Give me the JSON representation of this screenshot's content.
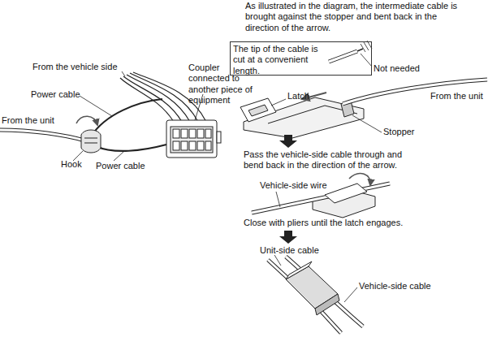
{
  "diagram": {
    "nodes": [
      {
        "text": [
          "The tip of the cable is cut at a convenient length."
        ]
      }
    ],
    "labels": [
      "As illustrated in the diagram, the intermediate cable is brought against the stopper and bent back in the direction of the arrow.",
      "From the vehicle side",
      "Coupler connected to another piece of equipment",
      "Power cable",
      "From the unit",
      "Hook",
      "Power cable",
      "Not needed",
      "Latch",
      "From the unit",
      "Stopper",
      "Pass the vehicle-side cable through and bend back in the direction of the arrow.",
      "Vehicle-side wire",
      "Close with pliers until the latch engages.",
      "Unit-side cable",
      "Vehicle-side cable"
    ]
  }
}
